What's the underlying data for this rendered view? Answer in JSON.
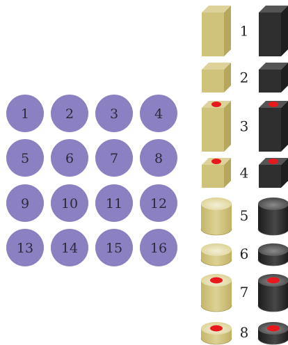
{
  "colors": {
    "board_slot": "#8a80c2",
    "piece_light": "#cfc27a",
    "piece_light_top": "#ddd39a",
    "piece_light_side": "#b5a85c",
    "piece_dark": "#2f2f2f",
    "piece_dark_top": "#555555",
    "piece_dark_side": "#1e1e1e",
    "hole": "#e8191d"
  },
  "board": {
    "positions": [
      "1",
      "2",
      "3",
      "4",
      "5",
      "6",
      "7",
      "8",
      "9",
      "10",
      "11",
      "12",
      "13",
      "14",
      "15",
      "16"
    ]
  },
  "pieces": [
    {
      "label": "1",
      "shape": "square",
      "height": "tall",
      "hole": false
    },
    {
      "label": "2",
      "shape": "square",
      "height": "short",
      "hole": false
    },
    {
      "label": "3",
      "shape": "square",
      "height": "tall",
      "hole": true
    },
    {
      "label": "4",
      "shape": "square",
      "height": "short",
      "hole": true
    },
    {
      "label": "5",
      "shape": "round",
      "height": "tall",
      "hole": false
    },
    {
      "label": "6",
      "shape": "round",
      "height": "short",
      "hole": false
    },
    {
      "label": "7",
      "shape": "round",
      "height": "tall",
      "hole": true
    },
    {
      "label": "8",
      "shape": "round",
      "height": "short",
      "hole": true
    }
  ]
}
